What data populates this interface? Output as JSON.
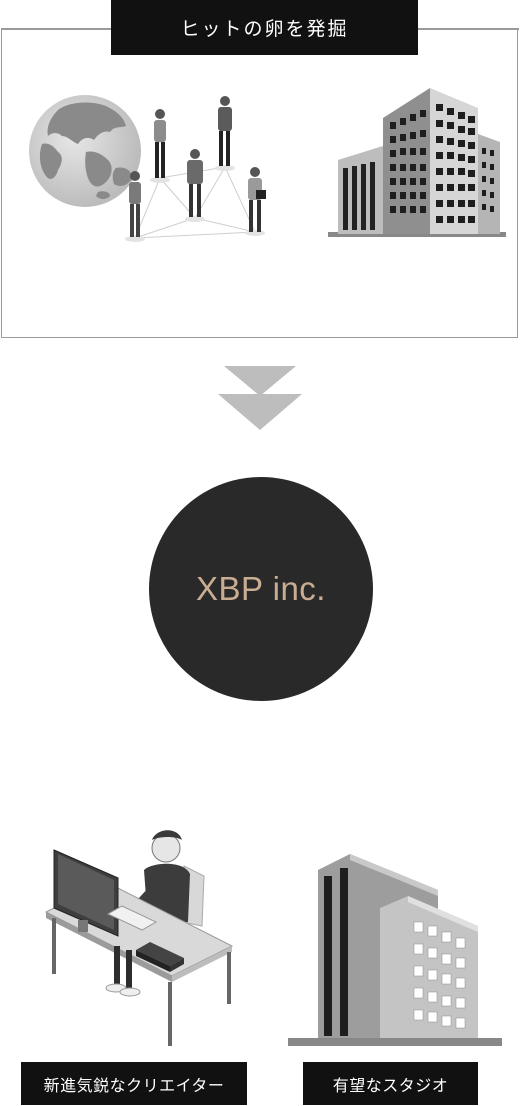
{
  "header": {
    "title": "ヒットの卵を発掘"
  },
  "center": {
    "label": "XBP inc."
  },
  "bottom": {
    "left_label": "新進気鋭なクリエイター",
    "right_label": "有望なスタジオ"
  },
  "colors": {
    "label_bg": "#111111",
    "circle_bg": "#2a2929",
    "circle_text": "#c9ad92",
    "frame": "#9a9a9a",
    "arrow": "#bdbdbd"
  },
  "icons": [
    "globe-icon",
    "people-network-icon",
    "office-building-icon",
    "down-arrows-icon",
    "creator-at-desk-icon",
    "studio-building-icon"
  ]
}
